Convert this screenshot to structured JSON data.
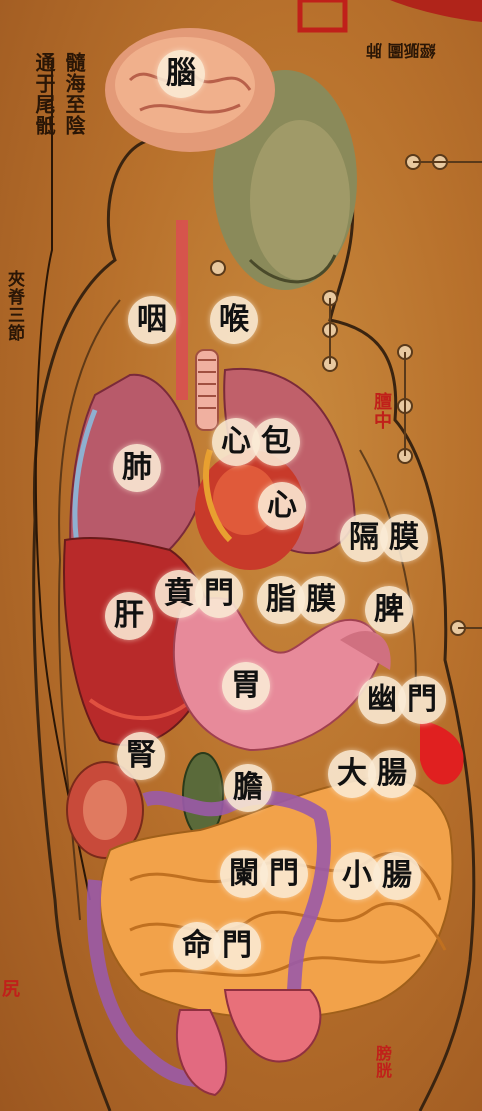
{
  "labels": {
    "brain": "腦",
    "pharynx": "咽",
    "larynx": "喉",
    "lung": "肺",
    "pericardium_1": "心",
    "pericardium_2": "包",
    "heart": "心",
    "diaphragm_1": "隔",
    "diaphragm_2": "膜",
    "liver": "肝",
    "cardia_1": "賁",
    "cardia_2": "門",
    "fat_membrane_1": "脂",
    "fat_membrane_2": "膜",
    "spleen": "脾",
    "stomach": "胃",
    "pylorus_1": "幽",
    "pylorus_2": "門",
    "kidney": "腎",
    "gallbladder": "膽",
    "large_intestine_1": "大",
    "large_intestine_2": "腸",
    "ileocecal_gate_1": "闌",
    "ileocecal_gate_2": "門",
    "small_intestine_1": "小",
    "small_intestine_2": "腸",
    "life_gate_1": "命",
    "life_gate_2": "門"
  },
  "margin_text": {
    "top_right_1": "髓海至陰",
    "top_right_2": "通于尾骶",
    "spine": "夾脊三節",
    "center_red": "膻中",
    "top_mirrored": "經脈圖 肺",
    "bottom_left_red": "尻",
    "bottom_right_red": "膀胱"
  },
  "colors": {
    "background": "#b8712c",
    "outline": "#3a2410",
    "label_circle": "#faecd6",
    "accent_red": "#c0201a"
  }
}
